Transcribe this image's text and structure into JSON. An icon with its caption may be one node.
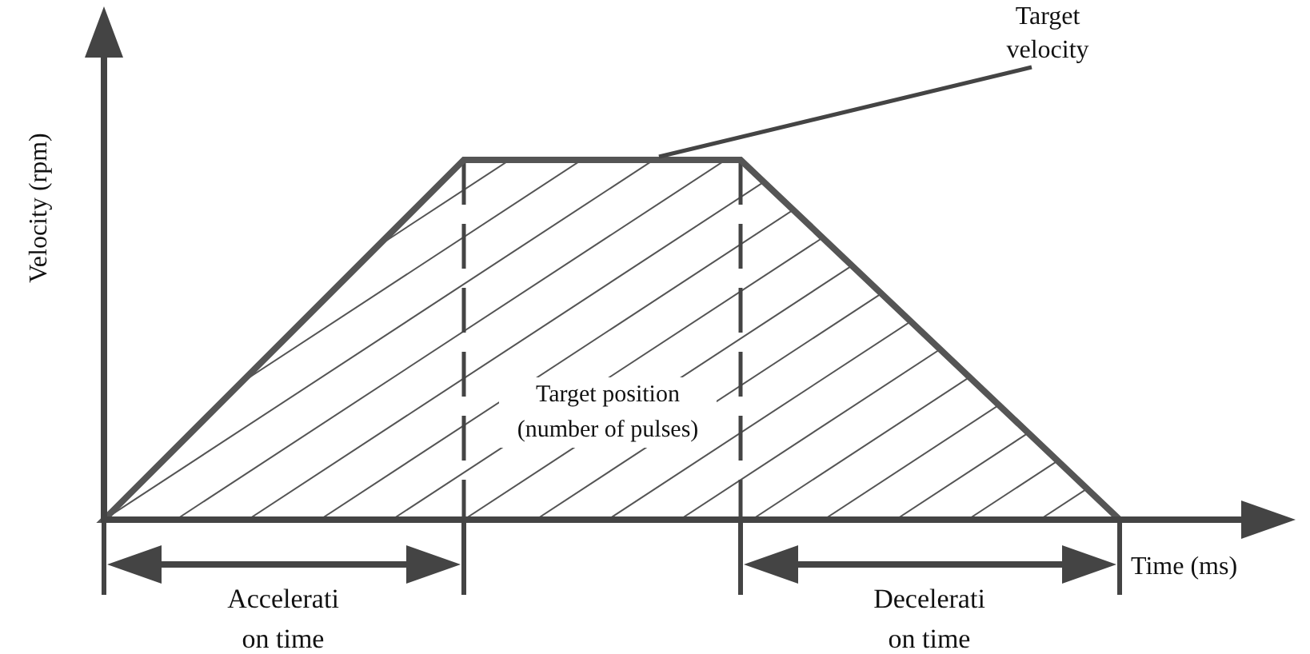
{
  "diagram": {
    "nodes": [
      {
        "text": [
          "Target velocity"
        ]
      },
      {
        "text": [],
        "shape": "trapezoid"
      }
    ],
    "edges": [
      {
        "from": 0,
        "to": 1,
        "arrow": "none"
      }
    ],
    "labels": [
      "Velocity (rpm)",
      "Target position (number of pulses)",
      "Time (ms)",
      "Accelerati on time",
      "Decelerati on time"
    ]
  }
}
